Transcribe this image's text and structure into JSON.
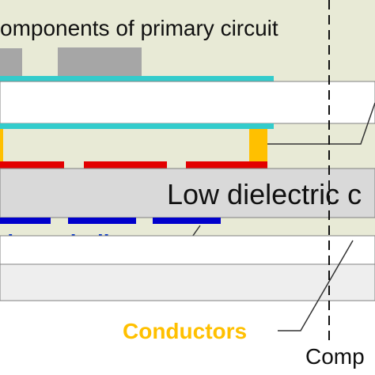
{
  "labels": {
    "primary_components": "omponents of primary circuit",
    "low_dielectric": "Low dielectric c",
    "secondary_windings": "dary windings",
    "conductors": "Conductors",
    "comp": "Comp"
  },
  "colors": {
    "background_panel": "#e8ead6",
    "component_gray": "#a6a6a6",
    "cyan_layer": "#33cccc",
    "orange_conductor": "#ffc000",
    "red_winding": "#e30000",
    "blue_winding": "#0000cc",
    "dielectric_fill": "#d9d9d9",
    "label_blue": "#0033cc",
    "label_orange": "#ffc000"
  }
}
